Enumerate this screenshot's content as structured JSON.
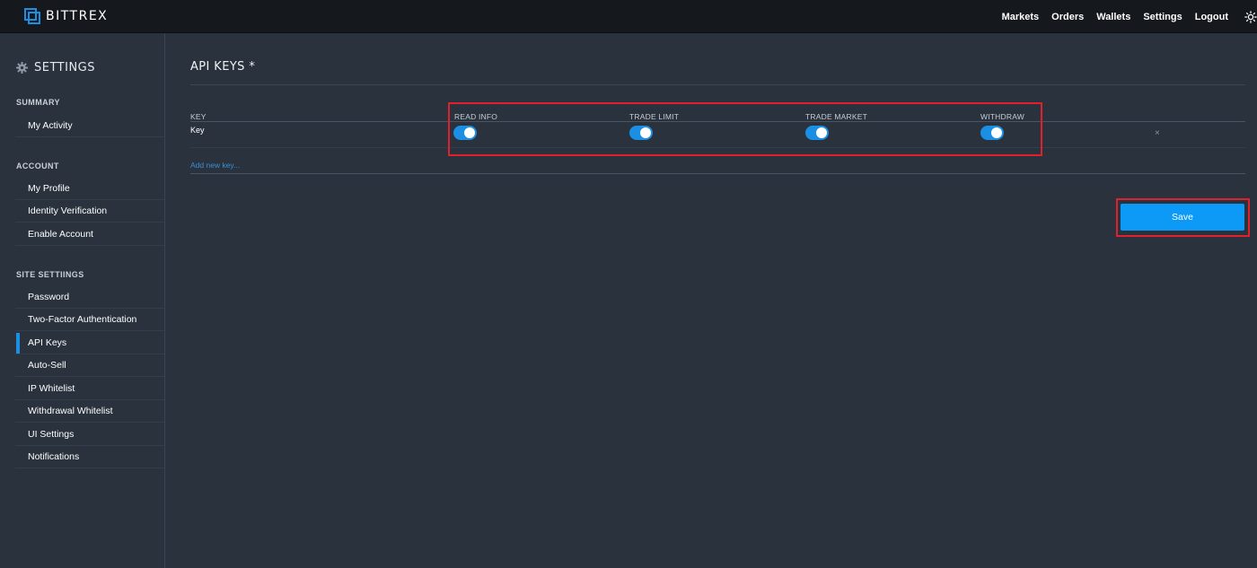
{
  "app": {
    "logo_text": "BITTREX"
  },
  "nav": {
    "items": [
      "Markets",
      "Orders",
      "Wallets",
      "Settings",
      "Logout"
    ],
    "theme_icon": "sun-icon"
  },
  "sidebar": {
    "title": "SETTINGS",
    "title_icon": "gear-icon",
    "sections": [
      {
        "label": "SUMMARY",
        "items": [
          "My Activity"
        ]
      },
      {
        "label": "ACCOUNT",
        "items": [
          "My Profile",
          "Identity Verification",
          "Enable Account"
        ]
      },
      {
        "label": "SITE SETTIINGS",
        "items": [
          "Password",
          "Two-Factor Authentication",
          "API Keys",
          "Auto-Sell",
          "IP Whitelist",
          "Withdrawal Whitelist",
          "UI Settings",
          "Notifications"
        ]
      }
    ],
    "active_item": "API Keys"
  },
  "main": {
    "title": "API KEYS *",
    "columns": [
      "KEY",
      "READ INFO",
      "TRADE LIMIT",
      "TRADE MARKET",
      "WITHDRAW"
    ],
    "rows": [
      {
        "key": "Key",
        "read_info": true,
        "trade_limit": true,
        "trade_market": true,
        "withdraw": true,
        "delete": "×"
      }
    ],
    "add_new_key": "Add new key...",
    "save_label": "Save"
  },
  "colors": {
    "accent": "#1a8fe3",
    "save_button": "#0d9af7",
    "highlight": "#e0202c",
    "background": "#2a323d",
    "topbar": "#15191e"
  }
}
